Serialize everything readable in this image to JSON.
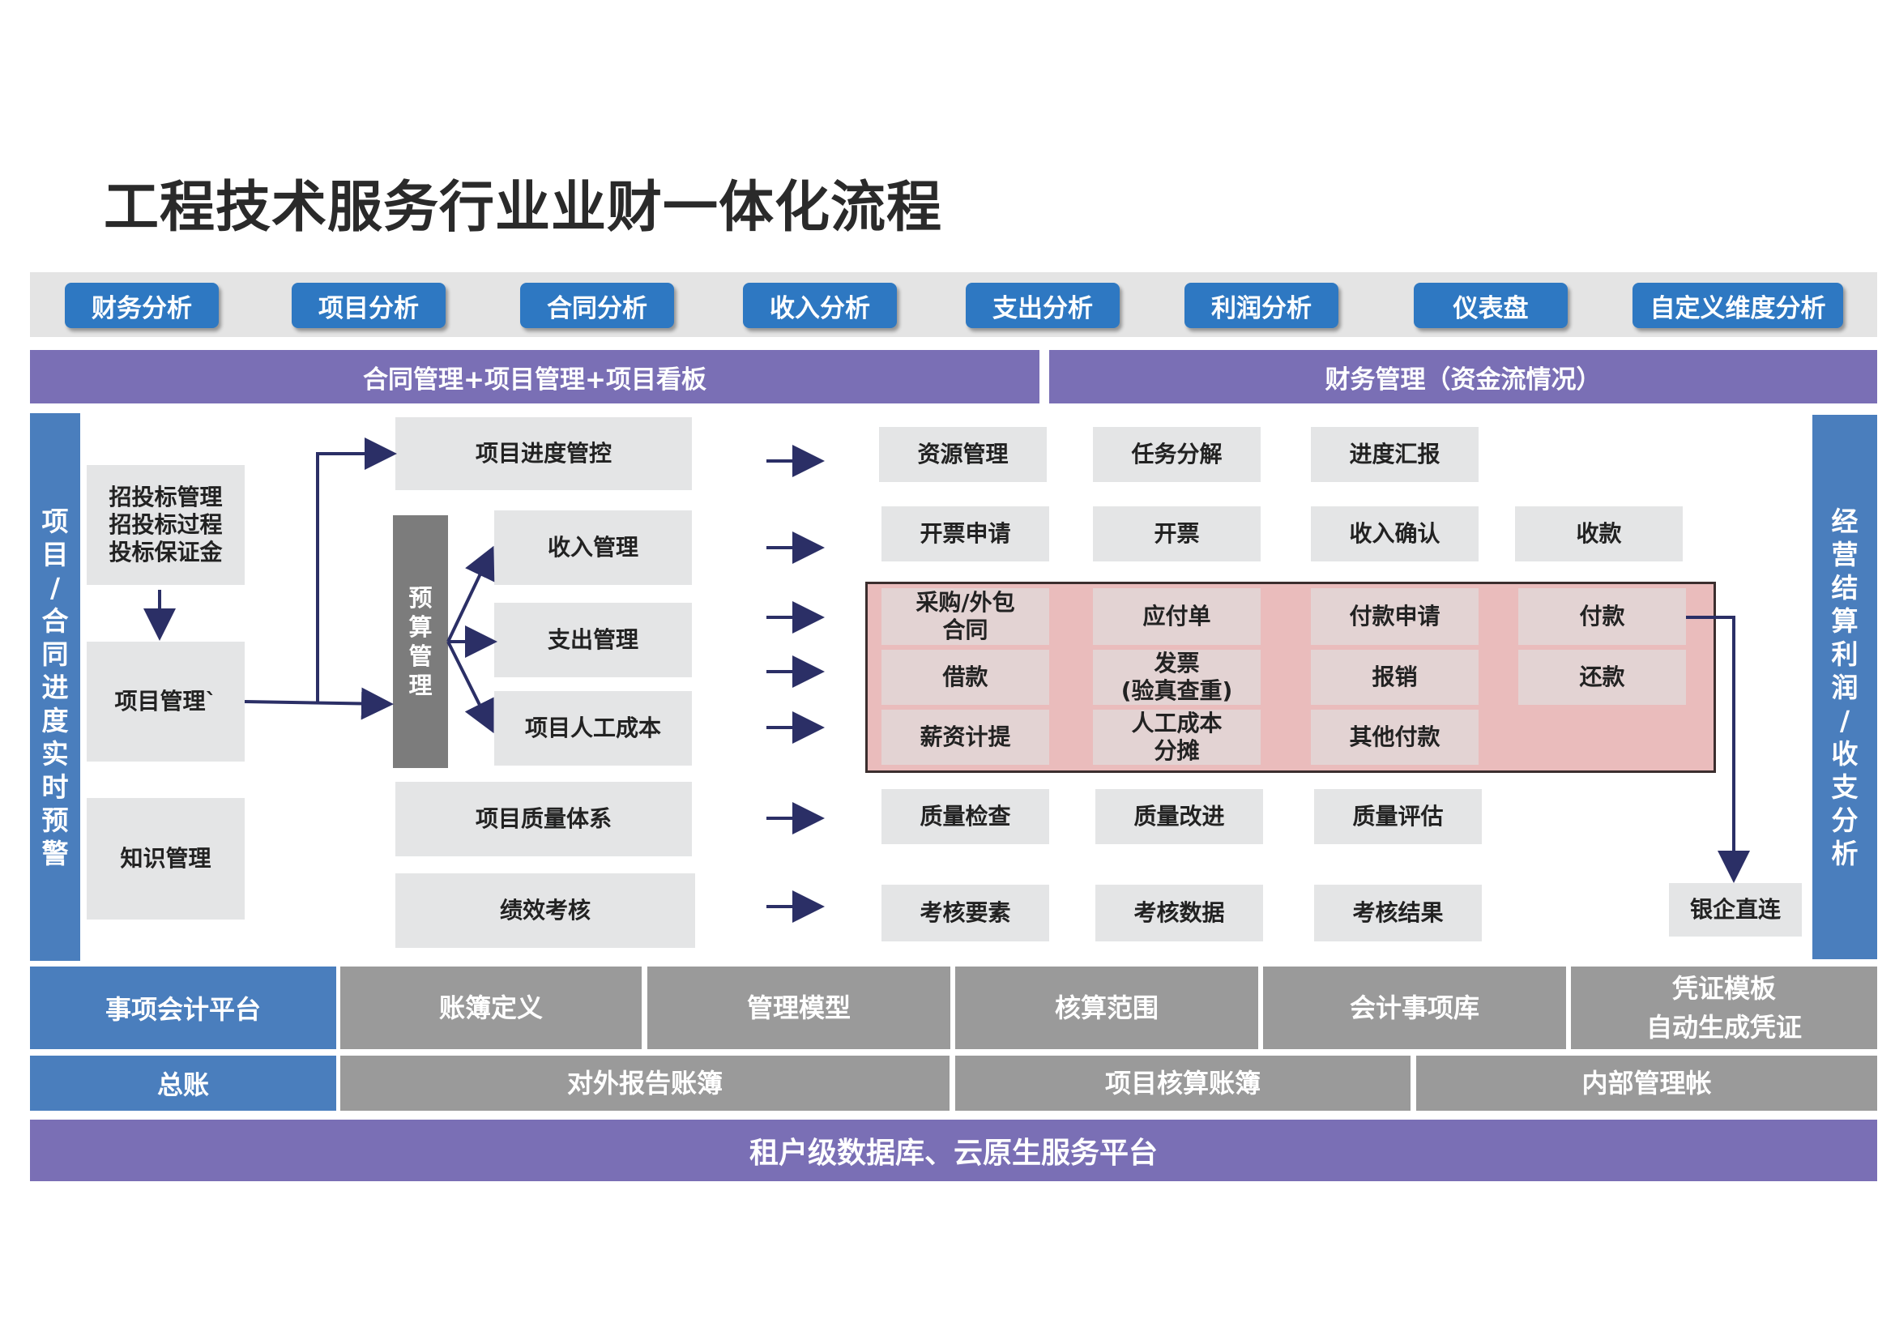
{
  "title": "工程技术服务行业业财一体化流程",
  "top_tabs": [
    "财务分析",
    "项目分析",
    "合同分析",
    "收入分析",
    "支出分析",
    "利润分析",
    "仪表盘",
    "自定义维度分析"
  ],
  "section_left": "合同管理+项目管理+项目看板",
  "section_right": "财务管理（资金流情况）",
  "left_vertical": [
    "项",
    "目",
    "/",
    "合",
    "同",
    "进",
    "度",
    "实",
    "时",
    "预",
    "警"
  ],
  "right_vertical": [
    "经",
    "营",
    "结",
    "算",
    "利",
    "润",
    "/",
    "收",
    "支",
    "分",
    "析"
  ],
  "left_column": {
    "bidding": [
      "招投标管理",
      "招投标过程",
      "投标保证金"
    ],
    "project_mgmt": "项目管理`",
    "knowledge": "知识管理"
  },
  "budget": [
    "预",
    "算",
    "管",
    "理"
  ],
  "modules": {
    "progress_control": "项目进度管控",
    "income_mgmt": "收入管理",
    "expense_mgmt": "支出管理",
    "labor_cost": "项目人工成本",
    "quality_system": "项目质量体系",
    "performance": "绩效考核"
  },
  "rows": {
    "progress": [
      "资源管理",
      "任务分解",
      "进度汇报"
    ],
    "income": [
      "开票申请",
      "开票",
      "收入确认",
      "收款"
    ],
    "expense": {
      "c1": [
        "采购/外包",
        "合同"
      ],
      "c2": "应付单",
      "c3": "付款申请",
      "c4": "付款",
      "d1": "借款",
      "d2": [
        "发票",
        "(验真查重)"
      ],
      "d3": "报销",
      "d4": "还款",
      "e1": "薪资计提",
      "e2": [
        "人工成本",
        "分摊"
      ],
      "e3": "其他付款"
    },
    "quality": [
      "质量检查",
      "质量改进",
      "质量评估"
    ],
    "assessment": [
      "考核要素",
      "考核数据",
      "考核结果"
    ],
    "bank": "银企直连"
  },
  "bottom": {
    "platform": "事项会计平台",
    "platform_items": [
      "账簿定义",
      "管理模型",
      "核算范围",
      "会计事项库"
    ],
    "voucher": [
      "凭证模板",
      "自动生成凭证"
    ],
    "ledger": "总账",
    "ledger_items": [
      "对外报告账簿",
      "项目核算账簿",
      "内部管理帐"
    ],
    "foundation": "租户级数据库、云原生服务平台"
  },
  "colors": {
    "tab_blue": "#2e78c2",
    "purple": "#7a6fb5",
    "side_blue": "#4a7ebd",
    "box_gray": "#e4e5e6",
    "band_gray": "#9a9a9a",
    "pink": "#eabcbc",
    "arrow": "#2b2f66"
  }
}
